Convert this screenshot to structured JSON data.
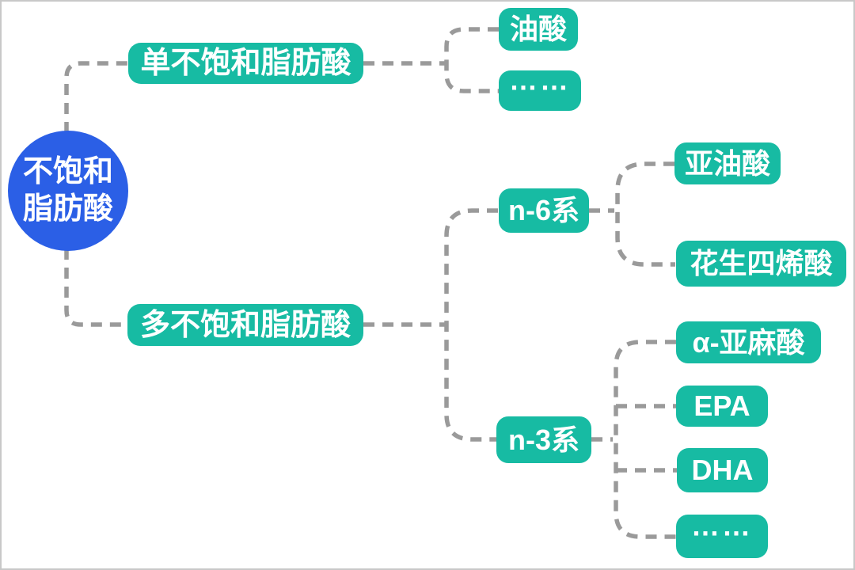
{
  "colors": {
    "background": "#ffffff",
    "page_border": "#c8c8c8",
    "root_fill": "#2b5fe6",
    "node_fill": "#17bba3",
    "node_text": "#ffffff",
    "connector": "#9a9a9a"
  },
  "mindmap": {
    "root": {
      "label": "不饱和脂肪酸",
      "line1": "不饱和",
      "line2": "脂肪酸"
    },
    "branches": [
      {
        "label": "单不饱和脂肪酸",
        "children": [
          {
            "label": "油酸"
          },
          {
            "label": "……"
          }
        ]
      },
      {
        "label": "多不饱和脂肪酸",
        "children": [
          {
            "label": "n-6系",
            "children": [
              {
                "label": "亚油酸"
              },
              {
                "label": "花生四烯酸"
              }
            ]
          },
          {
            "label": "n-3系",
            "children": [
              {
                "label": "α-亚麻酸"
              },
              {
                "label": "EPA"
              },
              {
                "label": "DHA"
              },
              {
                "label": "……"
              }
            ]
          }
        ]
      }
    ]
  }
}
